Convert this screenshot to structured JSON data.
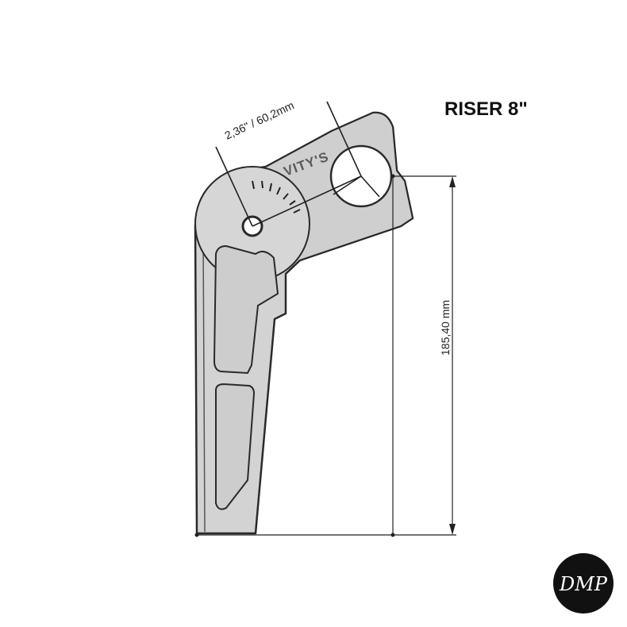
{
  "title": "RISER 8\"",
  "brand_engraving": "VITY'S",
  "dimensions": {
    "offset_label": "2,36\" / 60,2mm",
    "height_label": "185,40 mm"
  },
  "logo": {
    "text": "DMP"
  },
  "colors": {
    "part_fill": "#d3d3d3",
    "part_stroke": "#2a2a2a",
    "dimension_line": "#222222",
    "logo_bg": "#111111"
  }
}
